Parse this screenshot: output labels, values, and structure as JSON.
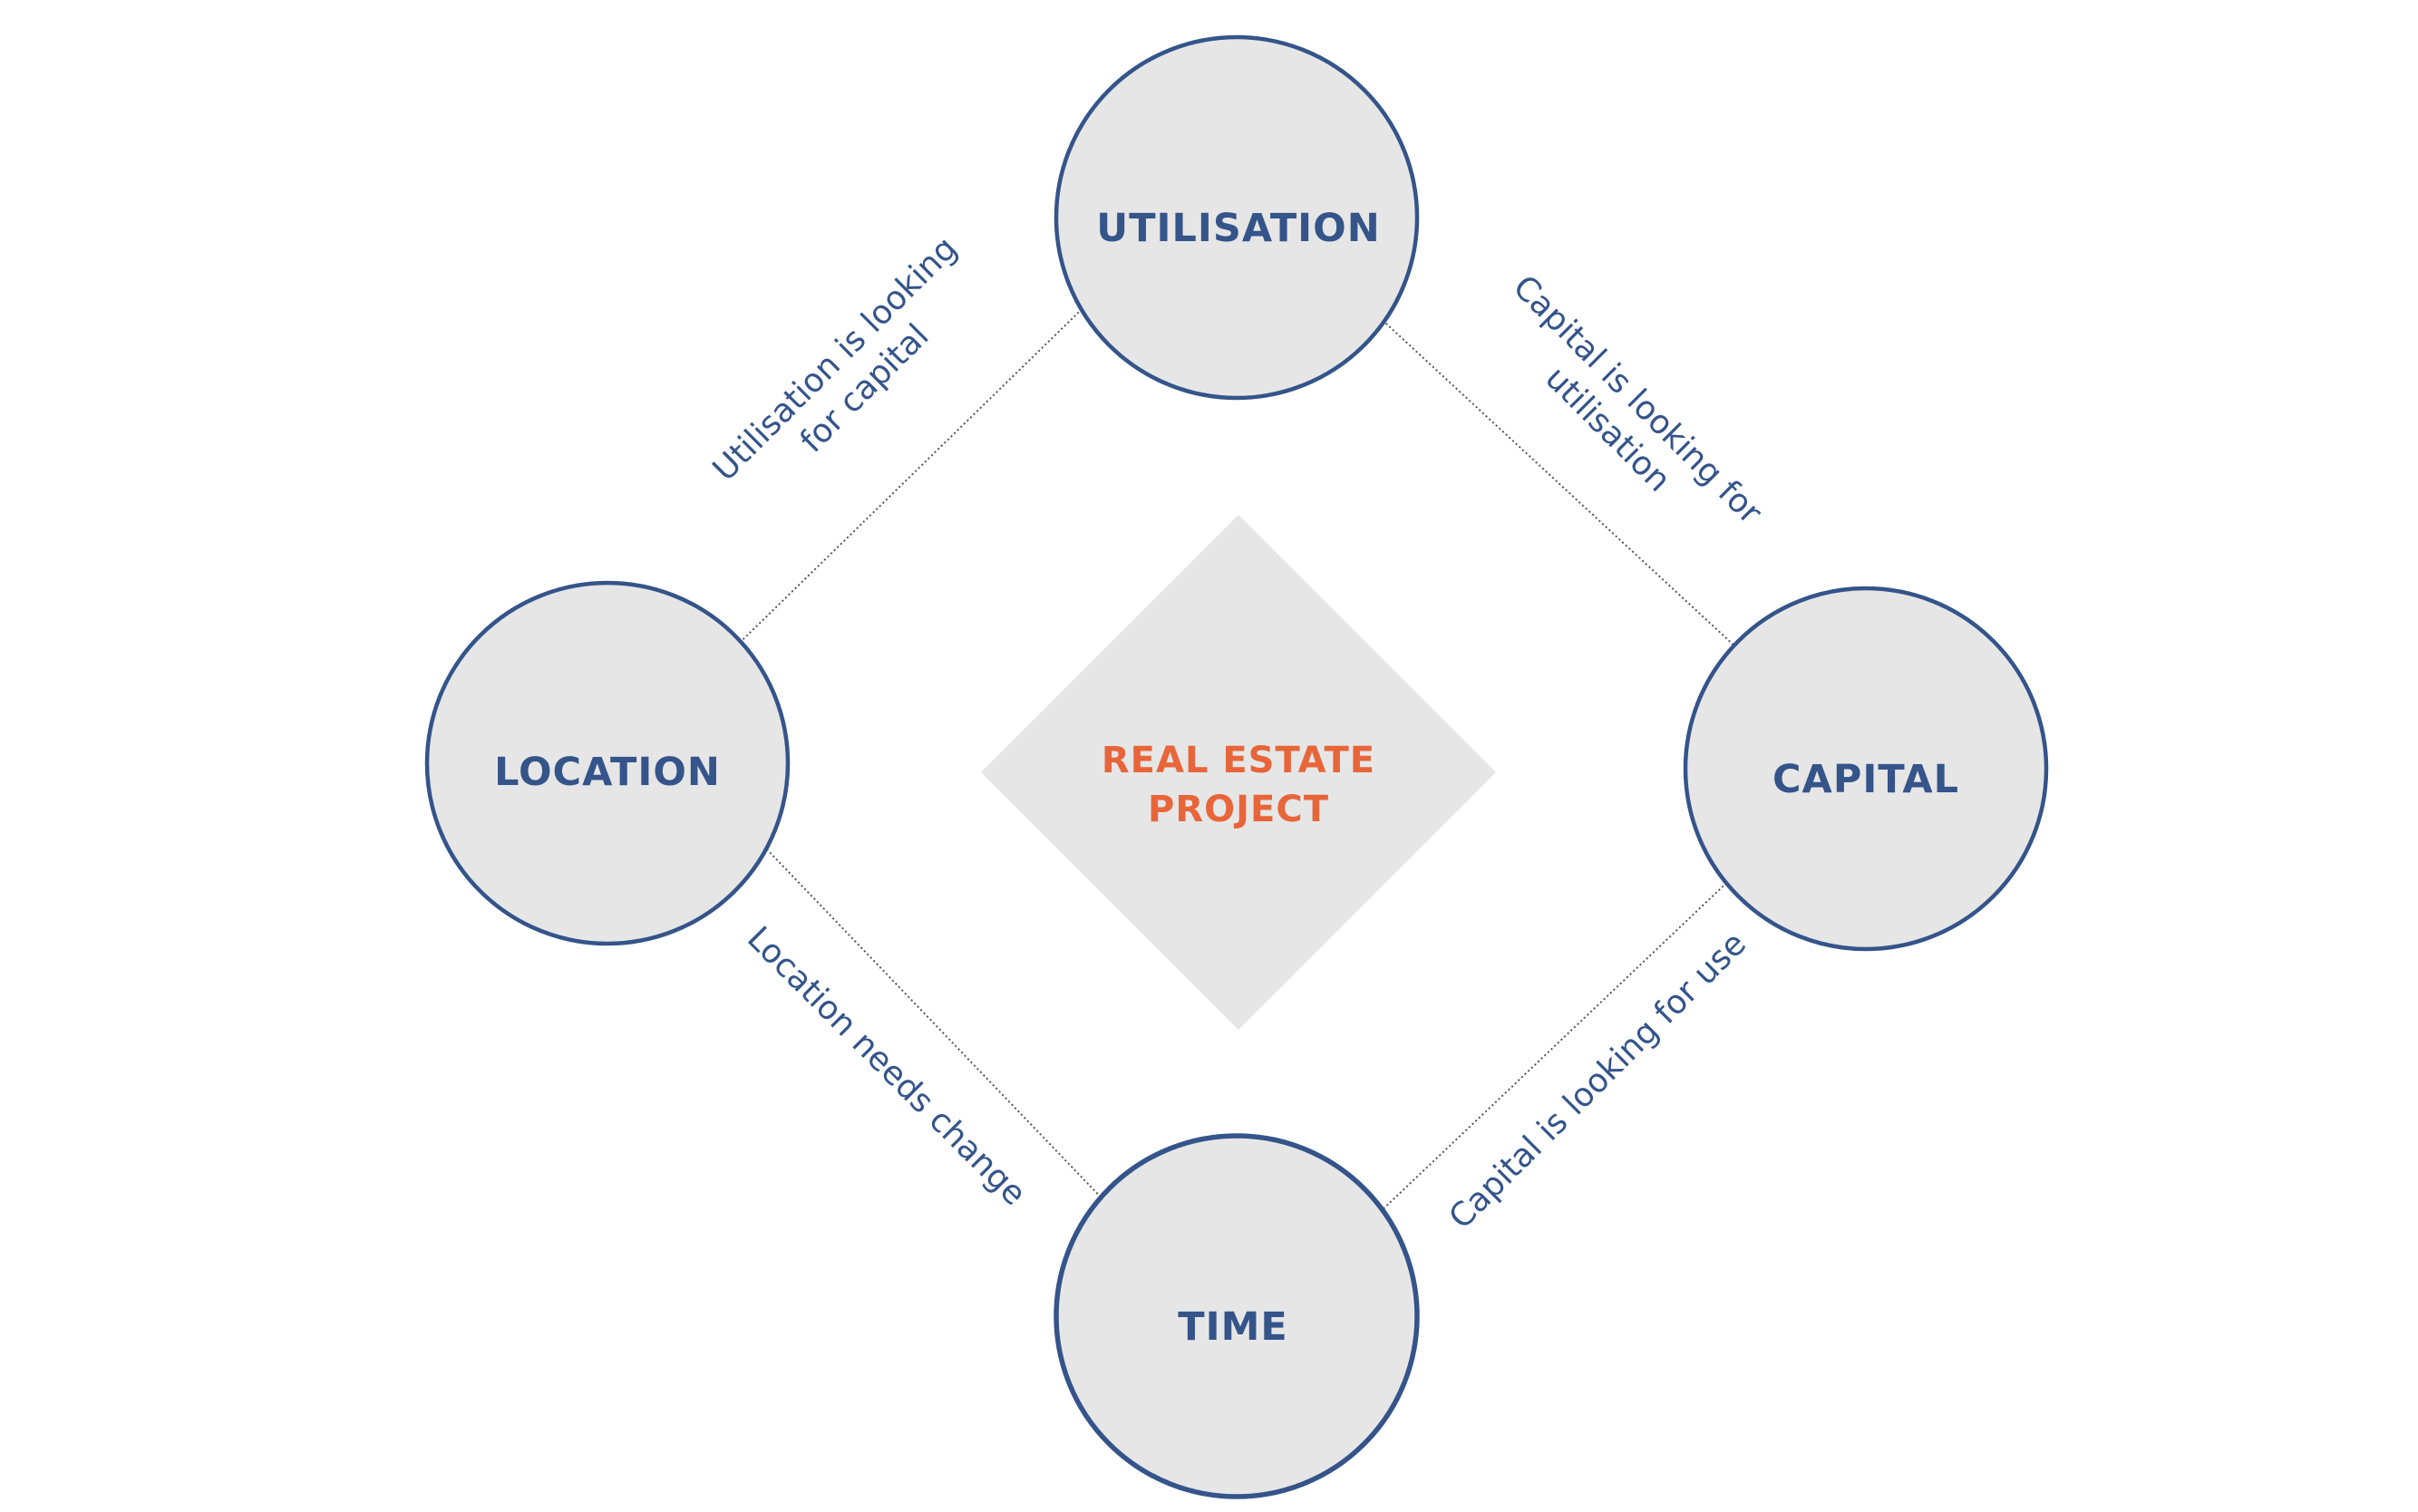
{
  "center": {
    "line1": "REAL ESTATE",
    "line2": "PROJECT"
  },
  "nodes": {
    "utilisation": "UTILISATION",
    "location": "LOCATION",
    "capital": "CAPITAL",
    "time": "TIME"
  },
  "edges": {
    "utilisation_location": {
      "line1": "Utilisation is looking",
      "line2": "for capital"
    },
    "utilisation_capital": {
      "line1": "Capital is looking for",
      "line2": "utilisation"
    },
    "location_time": {
      "line1": "Location needs change"
    },
    "capital_time": {
      "line1": "Capital is looking for use"
    }
  },
  "colors": {
    "node_fill": "#e6e6e6",
    "node_stroke": "#34548a",
    "node_text": "#34548a",
    "center_text": "#e8653a",
    "connector": "#555555"
  }
}
